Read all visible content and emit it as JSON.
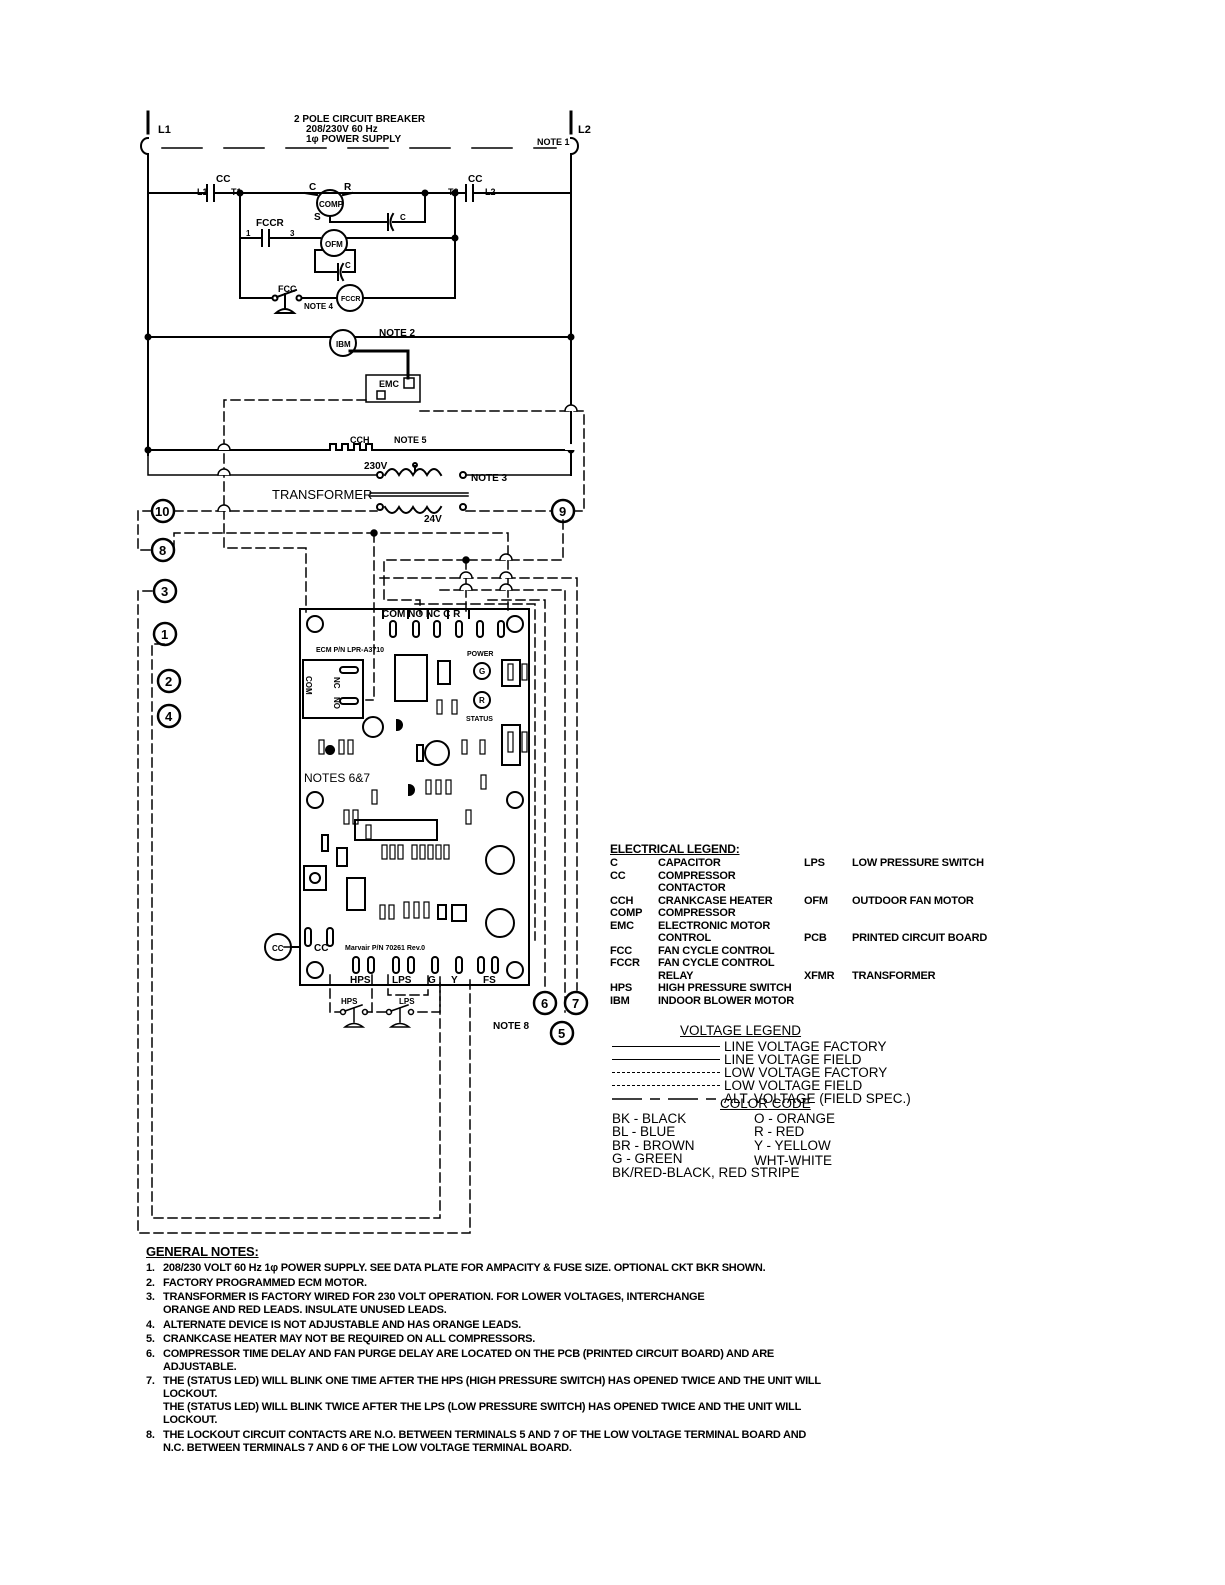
{
  "labels": {
    "l1": "L1",
    "l2": "L2",
    "breaker_line1": "2 POLE CIRCUIT BREAKER",
    "breaker_line2": "208/230V 60 Hz",
    "breaker_line3": "1φ POWER SUPPLY",
    "note1": "NOTE 1",
    "cc_left": "CC",
    "cc_right": "CC",
    "l1_small": "L1",
    "t1": "T1",
    "t2": "T2",
    "l2_small": "L2",
    "comp_c": "C",
    "comp_r": "R",
    "comp_s": "S",
    "comp": "COMP",
    "cap1": "C",
    "fccr": "FCCR",
    "fccr_1": "1",
    "fccr_3": "3",
    "ofm": "OFM",
    "cap2": "C",
    "fcc": "FCC",
    "note4": "NOTE 4",
    "fccr_coil": "FCCR",
    "ibm": "IBM",
    "note2": "NOTE 2",
    "emc": "EMC",
    "cch": "CCH",
    "note5": "NOTE 5",
    "v230": "230V",
    "note3": "NOTE 3",
    "transformer": "TRANSFORMER",
    "v24": "24V",
    "pcb_top": "COM NO NC C  R",
    "pcb_model": "ECM P/N LPR-A3710",
    "relay_nc": "NC",
    "relay_no": "NO",
    "relay_com": "COM",
    "power": "POWER",
    "status": "STATUS",
    "led_g": "G",
    "led_r": "R",
    "notes67": "NOTES 6&7",
    "pcb_cc": "CC",
    "cc_coil": "CC",
    "marvair": "Marvair P/N 70261 Rev.0",
    "hps": "HPS",
    "lps": "LPS",
    "term_g": "G",
    "term_y": "Y",
    "fs": "FS",
    "hps_sw": "HPS",
    "lps_sw": "LPS",
    "note8": "NOTE 8"
  },
  "terminals": [
    "10",
    "9",
    "8",
    "3",
    "1",
    "2",
    "4",
    "6",
    "7",
    "5"
  ],
  "electrical_legend": {
    "title": "ELECTRICAL LEGEND:",
    "left": [
      {
        "code": "C",
        "desc": "CAPACITOR"
      },
      {
        "code": "CC",
        "desc": "COMPRESSOR CONTACTOR"
      },
      {
        "code": "CCH",
        "desc": "CRANKCASE HEATER"
      },
      {
        "code": "COMP",
        "desc": "COMPRESSOR"
      },
      {
        "code": "EMC",
        "desc": "ELECTRONIC MOTOR CONTROL"
      },
      {
        "code": "FCC",
        "desc": "FAN CYCLE CONTROL"
      },
      {
        "code": "FCCR",
        "desc": "FAN CYCLE CONTROL RELAY"
      },
      {
        "code": "HPS",
        "desc": "HIGH PRESSURE SWITCH"
      },
      {
        "code": "IBM",
        "desc": "INDOOR BLOWER MOTOR"
      }
    ],
    "right": [
      {
        "code": "LPS",
        "desc": "LOW PRESSURE SWITCH"
      },
      {
        "code": "OFM",
        "desc": "OUTDOOR FAN MOTOR"
      },
      {
        "code": "PCB",
        "desc": "PRINTED CIRCUIT BOARD"
      },
      {
        "code": "XFMR",
        "desc": "TRANSFORMER"
      }
    ]
  },
  "voltage_legend": {
    "title": "VOLTAGE LEGEND",
    "rows": [
      {
        "label": "LINE VOLTAGE FACTORY",
        "style": "solid"
      },
      {
        "label": "LINE VOLTAGE FIELD",
        "style": "solid"
      },
      {
        "label": "LOW VOLTAGE FACTORY",
        "style": "dashed"
      },
      {
        "label": "LOW VOLTAGE FIELD",
        "style": "dashdot"
      },
      {
        "label": "ALT. VOLTAGE (FIELD SPEC.)",
        "style": "longdash"
      }
    ]
  },
  "color_code": {
    "title": "COLOR CODE",
    "left": [
      "BK - BLACK",
      "BL - BLUE",
      "BR - BROWN",
      "G - GREEN"
    ],
    "right": [
      "O - ORANGE",
      "R - RED",
      "Y - YELLOW",
      "WHT-WHITE"
    ],
    "extra": "BK/RED-BLACK, RED STRIPE"
  },
  "general_notes": {
    "title": "GENERAL NOTES:",
    "items": [
      {
        "num": "1.",
        "lines": [
          "208/230 VOLT 60 Hz 1φ POWER SUPPLY. SEE DATA PLATE FOR AMPACITY & FUSE SIZE. OPTIONAL CKT BKR SHOWN."
        ]
      },
      {
        "num": "2.",
        "lines": [
          "FACTORY PROGRAMMED ECM MOTOR."
        ]
      },
      {
        "num": "3.",
        "lines": [
          "TRANSFORMER IS FACTORY WIRED FOR 230 VOLT OPERATION. FOR LOWER VOLTAGES, INTERCHANGE",
          "ORANGE AND RED LEADS. INSULATE UNUSED LEADS."
        ]
      },
      {
        "num": "4.",
        "lines": [
          "ALTERNATE DEVICE IS NOT ADJUSTABLE AND HAS ORANGE LEADS."
        ]
      },
      {
        "num": "5.",
        "lines": [
          "CRANKCASE HEATER MAY NOT BE REQUIRED ON ALL COMPRESSORS."
        ]
      },
      {
        "num": "6.",
        "lines": [
          "COMPRESSOR TIME DELAY AND FAN PURGE DELAY ARE LOCATED ON THE PCB (PRINTED CIRCUIT BOARD) AND ARE ADJUSTABLE."
        ]
      },
      {
        "num": "7.",
        "lines": [
          "THE (STATUS LED) WILL BLINK ONE TIME AFTER THE HPS (HIGH PRESSURE SWITCH) HAS OPENED TWICE AND THE UNIT WILL LOCKOUT.",
          "THE (STATUS LED) WILL BLINK TWICE AFTER THE LPS (LOW PRESSURE SWITCH) HAS OPENED TWICE AND THE UNIT WILL LOCKOUT."
        ]
      },
      {
        "num": "8.",
        "lines": [
          "THE LOCKOUT CIRCUIT CONTACTS ARE N.O. BETWEEN TERMINALS 5 AND 7 OF THE LOW VOLTAGE TERMINAL BOARD AND",
          "N.C. BETWEEN TERMINALS 7 AND 6 OF THE LOW VOLTAGE TERMINAL BOARD."
        ]
      }
    ]
  }
}
